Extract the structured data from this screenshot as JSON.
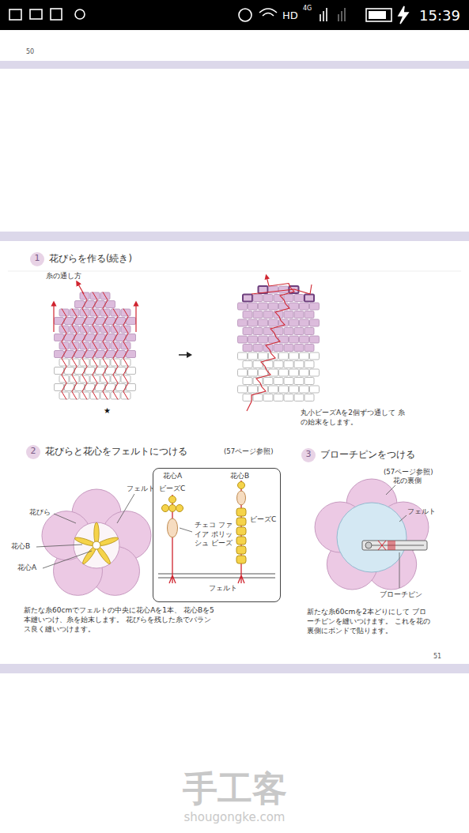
{
  "diagram": {
    "nodes": [
      {
        "text": [
          "1",
          "花びらを作る(続き)"
        ]
      },
      {
        "text": [
          "2",
          "花びらと花心をフェルトにつける"
        ]
      },
      {
        "text": [
          "花心A",
          "花心B",
          "ビーズC",
          "ビーズC",
          "チェコ ファイア ポリッシュ ビーズ",
          "フェルト"
        ]
      },
      {
        "text": [
          "3",
          "ブローチピンをつける"
        ]
      }
    ],
    "labels": [
      "15:39",
      "HD",
      "4G",
      "50",
      "糸の通し方",
      "★",
      "丸小ビーズAを2個ずつ通して 糸の始末をします。",
      "(57ページ参照)",
      "フェルト",
      "花びら",
      "花心B",
      "花心A",
      "新たな糸60cmでフェルトの中央に花心Aを1本、 花心Bを5本縫いつけ、糸を始末します。 花びらを残した糸でバランス良く縫いつけます。",
      "(57ページ参照)",
      "花の裏側",
      "フェルト",
      "ブローチピン",
      "新たな糸60cmを2本どりにして ブローチピンを縫いつけます。 これを花の裏側にボンドで貼ります。",
      "51",
      "手工客",
      "shougongke.com"
    ]
  }
}
